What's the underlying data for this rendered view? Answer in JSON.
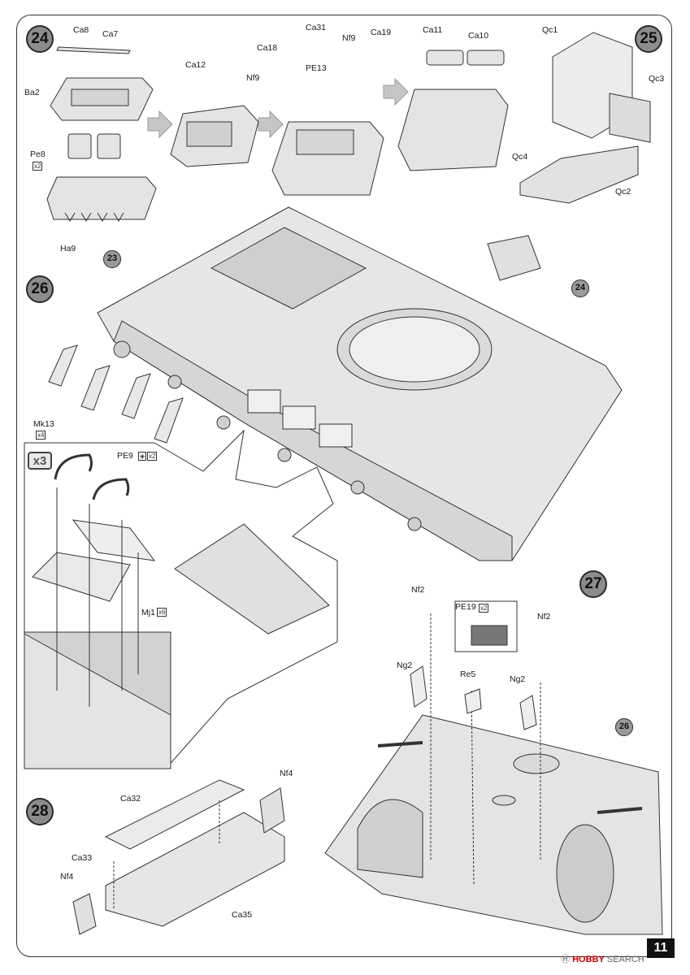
{
  "page": {
    "number": "11"
  },
  "steps": {
    "s24": "24",
    "s25": "25",
    "s26": "26",
    "s27": "27",
    "s28": "28",
    "ref23": "23",
    "ref24": "24",
    "ref26": "26"
  },
  "multiplier": "x3",
  "labels": {
    "Ca8": "Ca8",
    "Ca7": "Ca7",
    "Ba2": "Ba2",
    "Pe8": "Pe8",
    "Ha9": "Ha9",
    "Ca12": "Ca12",
    "Ca31": "Ca31",
    "Ca18": "Ca18",
    "Nf9a": "Nf9",
    "Nf9b": "Nf9",
    "PE13": "PE13",
    "Ca19": "Ca19",
    "Ca11": "Ca11",
    "Ca10": "Ca10",
    "Qc1": "Qc1",
    "Qc3": "Qc3",
    "Qc4": "Qc4",
    "Qc2": "Qc2",
    "Mk13": "Mk13",
    "PE9": "PE9",
    "Mj1": "Mj1",
    "Nf2a": "Nf2",
    "Nf2b": "Nf2",
    "PE19": "PE19",
    "Ng2a": "Ng2",
    "Ng2b": "Ng2",
    "Re5": "Re5",
    "Ca32": "Ca32",
    "Nf4a": "Nf4",
    "Nf4b": "Nf4",
    "Ca33": "Ca33",
    "Ca35": "Ca35"
  },
  "quantities": {
    "pe8": "x2",
    "mk13": "x4",
    "pe9": "x2",
    "mj1": "x6",
    "pe19": "x2"
  },
  "watermark": {
    "brand": "HOBBY",
    "rest": " SEARCH"
  }
}
